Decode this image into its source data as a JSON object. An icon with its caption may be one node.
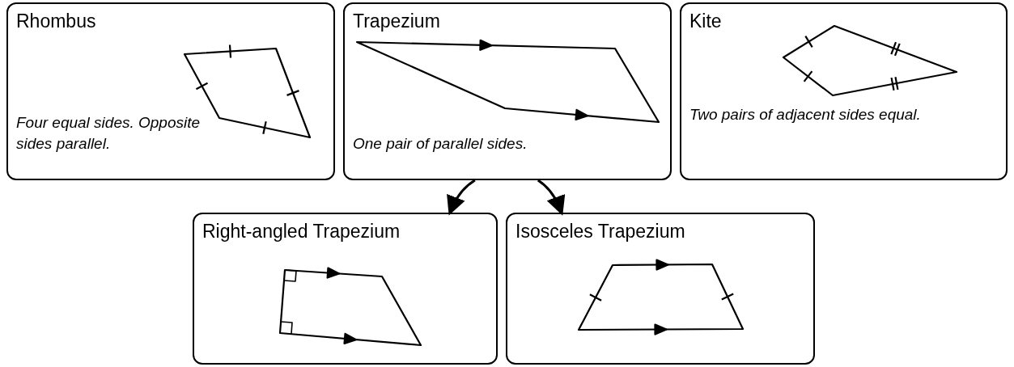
{
  "diagram": {
    "nodes": [
      {
        "text": [
          "Rhombus",
          "Four equal sides. Opposite sides parallel."
        ]
      },
      {
        "text": [
          "Trapezium",
          "One pair of parallel sides."
        ]
      },
      {
        "text": [
          "Kite",
          "Two pairs of adjacent sides equal."
        ]
      },
      {
        "text": [
          "Right-angled Trapezium"
        ]
      },
      {
        "text": [
          "Isosceles Trapezium"
        ]
      }
    ],
    "edges": [
      {
        "from": 1,
        "to": 3,
        "arrow": "to"
      },
      {
        "from": 1,
        "to": 4,
        "arrow": "to"
      }
    ]
  }
}
